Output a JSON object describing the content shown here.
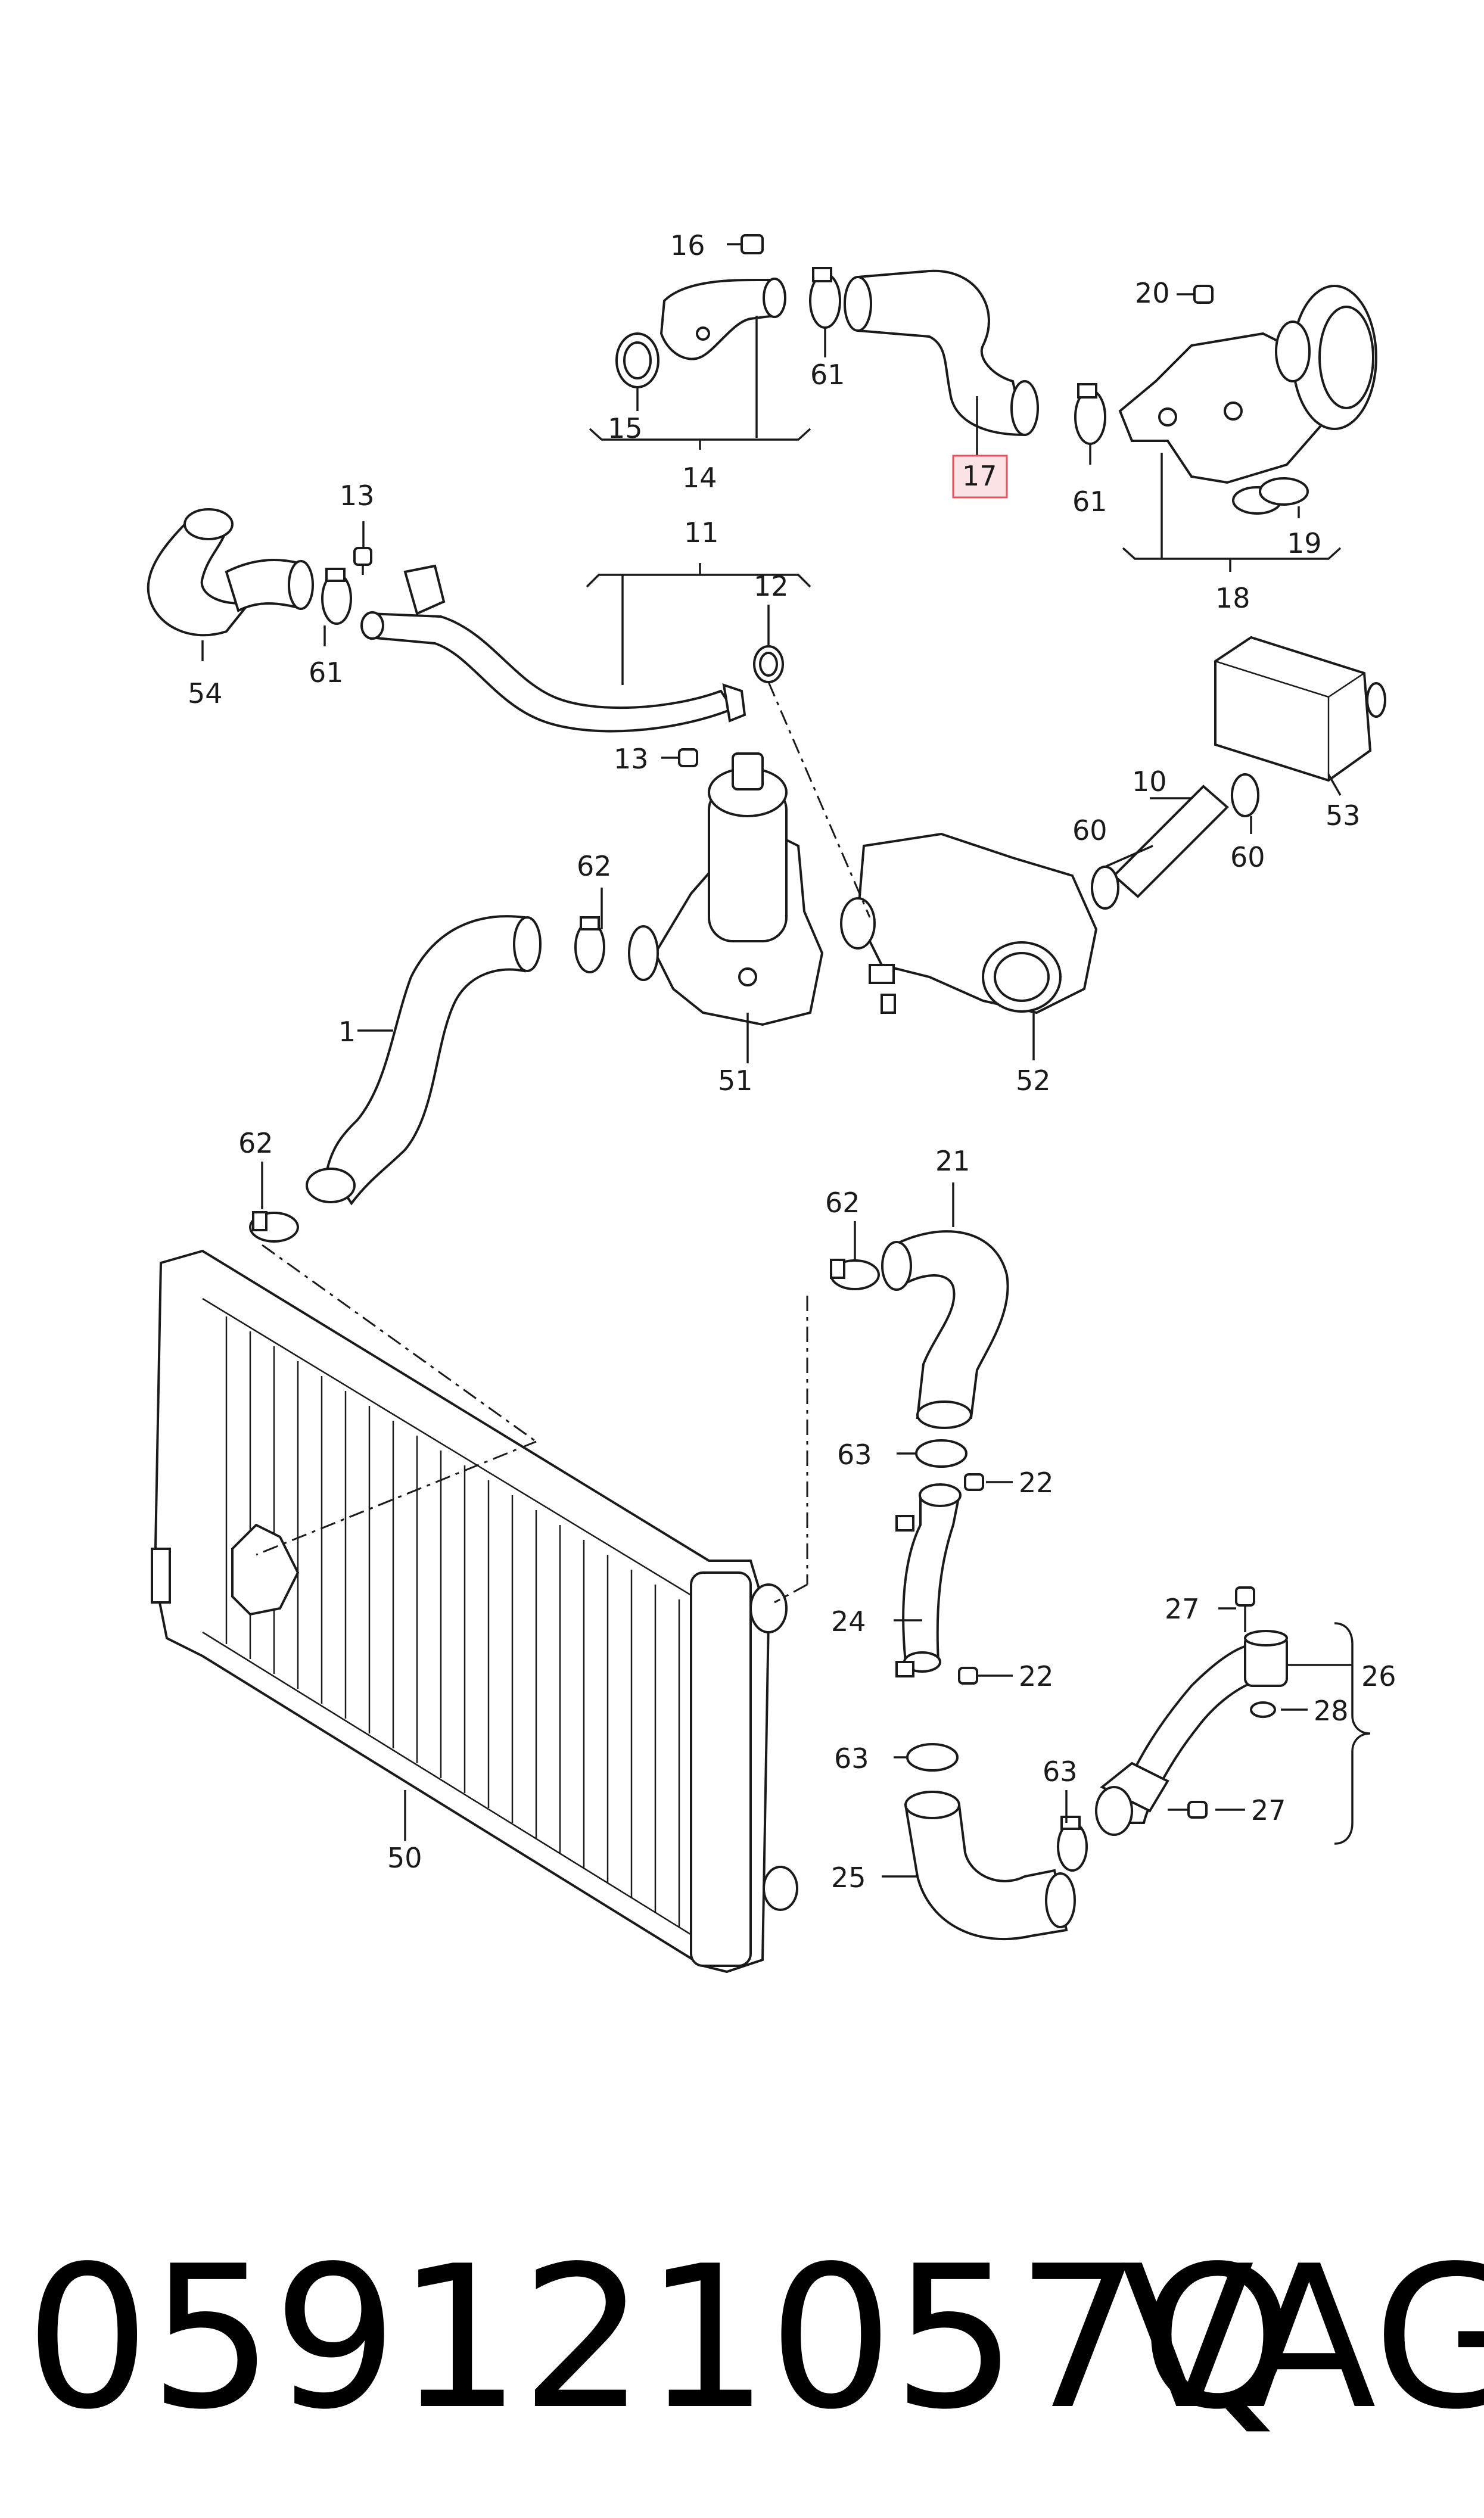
{
  "callouts": {
    "c1": "1",
    "c10": "10",
    "c11": "11",
    "c12": "12",
    "c13a": "13",
    "c13b": "13",
    "c14": "14",
    "c15": "15",
    "c16": "16",
    "c17": "17",
    "c18": "18",
    "c19": "19",
    "c20": "20",
    "c21": "21",
    "c22a": "22",
    "c22b": "22",
    "c24": "24",
    "c25": "25",
    "c26": "26",
    "c27a": "27",
    "c27b": "27",
    "c28": "28",
    "c50": "50",
    "c51": "51",
    "c52": "52",
    "c53": "53",
    "c54": "54",
    "c60a": "60",
    "c60b": "60",
    "c61a": "61",
    "c61b": "61",
    "c61c": "61",
    "c62a": "62",
    "c62b": "62",
    "c62c": "62",
    "c63a": "63",
    "c63b": "63",
    "c63c": "63"
  },
  "highlight": {
    "part": "17",
    "color": "#e8505b",
    "fill": "#fbe3e5"
  },
  "footer": {
    "part_number": "059121057Q",
    "brand": "VAG"
  }
}
